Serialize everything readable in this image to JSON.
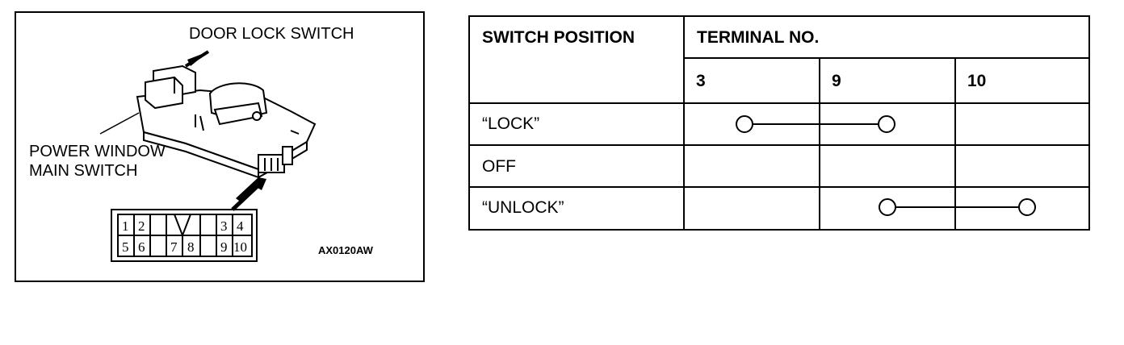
{
  "diagram": {
    "door_lock_label": "DOOR LOCK SWITCH",
    "main_switch_label_line1": "POWER WINDOW",
    "main_switch_label_line2": "MAIN SWITCH",
    "connector_pins": [
      "1",
      "2",
      "3",
      "4",
      "5",
      "6",
      "7",
      "8",
      "9",
      "10"
    ],
    "code": "AX0120AW"
  },
  "table": {
    "header_position": "SWITCH POSITION",
    "header_terminal": "TERMINAL NO.",
    "terminals": [
      "3",
      "9",
      "10"
    ],
    "rows": [
      {
        "label": "“LOCK”",
        "connection": [
          "3",
          "9"
        ]
      },
      {
        "label": "OFF",
        "connection": []
      },
      {
        "label": "“UNLOCK”",
        "connection": [
          "9",
          "10"
        ]
      }
    ]
  }
}
